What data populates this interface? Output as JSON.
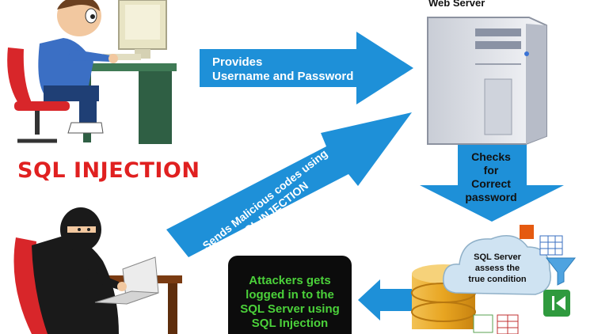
{
  "title": "SQL INJECTION",
  "web_server_label": "Web Server",
  "provides_lines": [
    "Provides",
    "Username and Password"
  ],
  "checks_lines": [
    "Checks",
    "for",
    "Correct",
    "password"
  ],
  "malicious_lines": [
    "Sends Malicious codes using",
    "SQL INJECTION"
  ],
  "cloud_lines": [
    "SQL Server",
    "assess the",
    "true condition"
  ],
  "attackers_lines": [
    "Attackers gets",
    "logged in to the",
    "SQL Server using",
    "SQL Injection"
  ],
  "colors": {
    "arrow": "#1e90d8",
    "title": "#e02020",
    "attackers_text": "#4bd13a",
    "attackers_box": "#0c0c0c",
    "server_body": "#e6e8ee",
    "database": "#e0a020"
  },
  "icons": [
    "user-at-computer-illustration",
    "hacker-at-laptop-illustration",
    "server-tower-icon",
    "database-cylinder-icon",
    "cloud-icon",
    "funnel-icon",
    "back-button-icon",
    "table-grid-icon"
  ]
}
